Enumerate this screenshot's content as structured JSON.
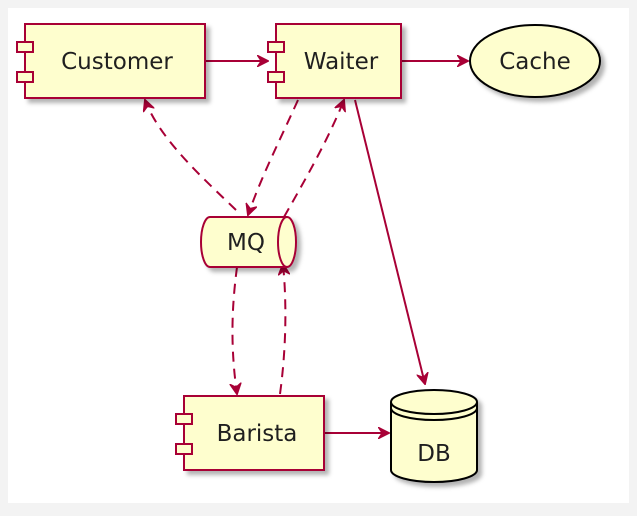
{
  "diagram": {
    "nodes": {
      "customer": {
        "label": "Customer",
        "shape": "component"
      },
      "waiter": {
        "label": "Waiter",
        "shape": "component"
      },
      "cache": {
        "label": "Cache",
        "shape": "usecase"
      },
      "mq": {
        "label": "MQ",
        "shape": "queue"
      },
      "barista": {
        "label": "Barista",
        "shape": "component"
      },
      "db": {
        "label": "DB",
        "shape": "database"
      }
    },
    "edges": [
      {
        "from": "Customer",
        "to": "Waiter",
        "style": "solid"
      },
      {
        "from": "Waiter",
        "to": "Cache",
        "style": "solid"
      },
      {
        "from": "Waiter",
        "to": "DB",
        "style": "solid"
      },
      {
        "from": "Barista",
        "to": "DB",
        "style": "solid"
      },
      {
        "from": "MQ",
        "to": "Customer",
        "style": "dashed"
      },
      {
        "from": "Waiter",
        "to": "MQ",
        "style": "dashed"
      },
      {
        "from": "MQ",
        "to": "Waiter",
        "style": "dashed"
      },
      {
        "from": "MQ",
        "to": "Barista",
        "style": "dashed"
      },
      {
        "from": "Barista",
        "to": "MQ",
        "style": "dashed"
      }
    ],
    "colors": {
      "background": "#f3f3f3",
      "panel": "#ffffff",
      "node_fill": "#fefece",
      "node_border": "#a80036",
      "edge": "#a80036",
      "db_border": "#000000",
      "text": "#1f1f1f"
    }
  }
}
